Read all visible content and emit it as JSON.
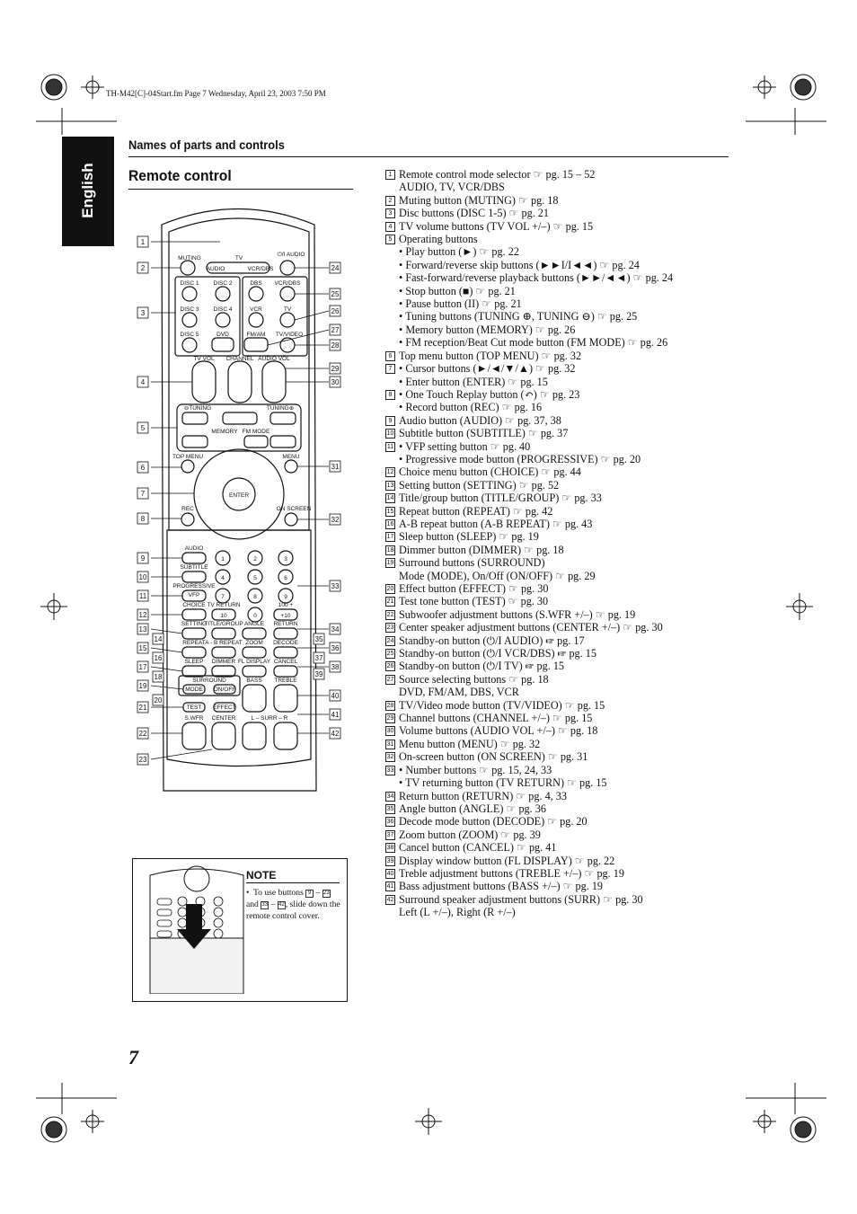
{
  "header_line": "TH-M42[C]-04Start.fm  Page 7  Wednesday, April 23, 2003  7:50 PM",
  "side_tab": "English",
  "section_title": "Names of parts and controls",
  "heading": "Remote control",
  "page_number": "7",
  "items": [
    {
      "n": "1",
      "text": "Remote control mode selector ☞ pg. 15 – 52"
    },
    {
      "n": "",
      "text": "AUDIO, TV, VCR/DBS"
    },
    {
      "n": "2",
      "text": "Muting button (MUTING) ☞ pg. 18"
    },
    {
      "n": "3",
      "text": "Disc buttons (DISC 1-5) ☞ pg. 21"
    },
    {
      "n": "4",
      "text": "TV volume buttons (TV VOL +/–) ☞ pg. 15"
    },
    {
      "n": "5",
      "text": "Operating buttons"
    },
    {
      "n": "",
      "text": "• Play button (►) ☞ pg. 22"
    },
    {
      "n": "",
      "text": "• Forward/reverse skip buttons (►►I/I◄◄) ☞ pg. 24"
    },
    {
      "n": "",
      "text": "• Fast-forward/reverse playback buttons (►►/◄◄) ☞ pg. 24"
    },
    {
      "n": "",
      "text": "• Stop button (■) ☞ pg. 21"
    },
    {
      "n": "",
      "text": "• Pause button (II) ☞ pg. 21"
    },
    {
      "n": "",
      "text": "• Tuning buttons (TUNING ⊕, TUNING ⊖) ☞ pg. 25"
    },
    {
      "n": "",
      "text": "• Memory button (MEMORY) ☞ pg. 26"
    },
    {
      "n": "",
      "text": "• FM reception/Beat Cut mode button (FM MODE) ☞ pg. 26"
    },
    {
      "n": "6",
      "text": "Top menu button (TOP MENU) ☞ pg. 32"
    },
    {
      "n": "7",
      "text": "• Cursor buttons (►/◄/▼/▲) ☞ pg. 32"
    },
    {
      "n": "",
      "text": "• Enter button (ENTER) ☞ pg. 15"
    },
    {
      "n": "8",
      "text": "• One Touch Replay button (↶) ☞ pg. 23"
    },
    {
      "n": "",
      "text": "• Record button (REC) ☞ pg. 16"
    },
    {
      "n": "9",
      "text": "Audio button (AUDIO) ☞ pg. 37, 38"
    },
    {
      "n": "10",
      "text": "Subtitle button (SUBTITLE) ☞ pg. 37"
    },
    {
      "n": "11",
      "text": "• VFP setting button ☞ pg. 40"
    },
    {
      "n": "",
      "text": "• Progressive mode button (PROGRESSIVE) ☞ pg. 20"
    },
    {
      "n": "12",
      "text": "Choice menu button (CHOICE) ☞ pg. 44"
    },
    {
      "n": "13",
      "text": "Setting button (SETTING) ☞ pg. 52"
    },
    {
      "n": "14",
      "text": "Title/group button (TITLE/GROUP) ☞ pg. 33"
    },
    {
      "n": "15",
      "text": "Repeat button (REPEAT) ☞ pg. 42"
    },
    {
      "n": "16",
      "text": "A-B repeat button (A-B REPEAT) ☞ pg. 43"
    },
    {
      "n": "17",
      "text": "Sleep button (SLEEP) ☞ pg. 19"
    },
    {
      "n": "18",
      "text": "Dimmer button (DIMMER) ☞ pg. 18"
    },
    {
      "n": "19",
      "text": "Surround buttons (SURROUND)"
    },
    {
      "n": "",
      "text": "Mode (MODE), On/Off (ON/OFF) ☞ pg. 29"
    },
    {
      "n": "20",
      "text": "Effect button (EFFECT) ☞ pg. 30"
    },
    {
      "n": "21",
      "text": "Test tone button (TEST) ☞ pg. 30"
    },
    {
      "n": "22",
      "text": "Subwoofer adjustment buttons (S.WFR +/–) ☞ pg. 19"
    },
    {
      "n": "23",
      "text": "Center speaker adjustment buttons (CENTER +/–) ☞ pg. 30"
    },
    {
      "n": "24",
      "text": "Standby-on button (⏻/I AUDIO) ☞ pg. 17"
    },
    {
      "n": "25",
      "text": "Standby-on button (⏻/I VCR/DBS) ☞ pg. 15"
    },
    {
      "n": "26",
      "text": "Standby-on button (⏻/I TV) ☞ pg. 15"
    },
    {
      "n": "27",
      "text": "Source selecting buttons ☞ pg. 18"
    },
    {
      "n": "",
      "text": "DVD, FM/AM, DBS, VCR"
    },
    {
      "n": "28",
      "text": "TV/Video mode button (TV/VIDEO) ☞ pg. 15"
    },
    {
      "n": "29",
      "text": "Channel buttons (CHANNEL +/–) ☞ pg. 15"
    },
    {
      "n": "30",
      "text": "Volume buttons (AUDIO VOL +/–) ☞ pg. 18"
    },
    {
      "n": "31",
      "text": "Menu button (MENU) ☞ pg. 32"
    },
    {
      "n": "32",
      "text": "On-screen button (ON SCREEN) ☞ pg. 31"
    },
    {
      "n": "33",
      "text": "• Number buttons ☞ pg. 15, 24, 33"
    },
    {
      "n": "",
      "text": "• TV returning button (TV RETURN) ☞ pg. 15"
    },
    {
      "n": "34",
      "text": "Return button (RETURN) ☞ pg. 4, 33"
    },
    {
      "n": "35",
      "text": "Angle button (ANGLE) ☞ pg. 36"
    },
    {
      "n": "36",
      "text": "Decode mode button (DECODE) ☞ pg. 20"
    },
    {
      "n": "37",
      "text": "Zoom button (ZOOM) ☞ pg. 39"
    },
    {
      "n": "38",
      "text": "Cancel button (CANCEL) ☞ pg. 41"
    },
    {
      "n": "39",
      "text": "Display window button (FL DISPLAY) ☞ pg. 22"
    },
    {
      "n": "40",
      "text": "Treble adjustment buttons (TREBLE +/–) ☞ pg. 19"
    },
    {
      "n": "41",
      "text": "Bass adjustment buttons (BASS +/–) ☞ pg. 19"
    },
    {
      "n": "42",
      "text": "Surround speaker adjustment buttons (SURR) ☞ pg. 30"
    },
    {
      "n": "",
      "text": "Left (L +/–), Right (R +/–)"
    }
  ],
  "note": {
    "title": "NOTE",
    "bullet": "•",
    "text_a": "To use buttons",
    "ref_a": "9",
    "dash_a": "–",
    "ref_b": "23",
    "text_b": "and",
    "ref_c": "33",
    "dash_b": "–",
    "ref_d": "42",
    "text_c": ", slide down the remote control cover."
  },
  "remote": {
    "muting": "MUTING",
    "tv": "TV",
    "audio": "AUDIO",
    "vcr_dbs": "VCR/DBS",
    "power_audio": "⏻/I AUDIO",
    "disc1": "DISC 1",
    "disc2": "DISC 2",
    "disc3": "DISC 3",
    "disc4": "DISC 4",
    "disc5": "DISC 5",
    "dbs": "DBS",
    "vcr": "VCR",
    "dvd": "DVD",
    "fmam": "FM/AM",
    "tvvideo": "TV/VIDEO",
    "vcr_dbs_pw": "VCR/DBS",
    "tv_pw": "TV",
    "tvvol": "TV VOL",
    "channel": "CHANNEL",
    "audiovol": "AUDIO VOL",
    "tuning_minus": "⊖TUNING",
    "tuning_plus": "TUNING⊕",
    "memory": "MEMORY",
    "fmmode": "FM MODE",
    "topmenu": "TOP MENU",
    "menu": "MENU",
    "enter": "ENTER",
    "rec": "REC",
    "onscreen": "ON SCREEN",
    "audio_btn": "AUDIO",
    "subtitle": "SUBTITLE",
    "progressive": "PROGRESSIVE",
    "vfp": "VFP",
    "choice": "CHOICE",
    "tvreturn": "TV RETURN",
    "plus100": "100 +",
    "setting": "SETTING",
    "titlegroup": "TITLE/GROUP",
    "angle": "ANGLE",
    "return": "RETURN",
    "repeat": "REPEAT",
    "abrepeat": "A - B REPEAT",
    "zoom": "ZOOM",
    "decode": "DECODE",
    "sleep": "SLEEP",
    "dimmer": "DIMMER",
    "fldisplay": "FL DISPLAY",
    "cancel": "CANCEL",
    "surround": "SURROUND",
    "mode": "MODE",
    "onoff": "ON/OFF",
    "bass": "BASS",
    "treble": "TREBLE",
    "test": "TEST",
    "effect": "EFFECT",
    "swfr": "S.WFR",
    "center": "CENTER",
    "surr": "L – SURR – R",
    "n1": "1",
    "n2": "2",
    "n3": "3",
    "n4": "4",
    "n5": "5",
    "n6": "6",
    "n7": "7",
    "n8": "8",
    "n9": "9",
    "n0": "0",
    "n10": "10",
    "plus10": "+10"
  }
}
